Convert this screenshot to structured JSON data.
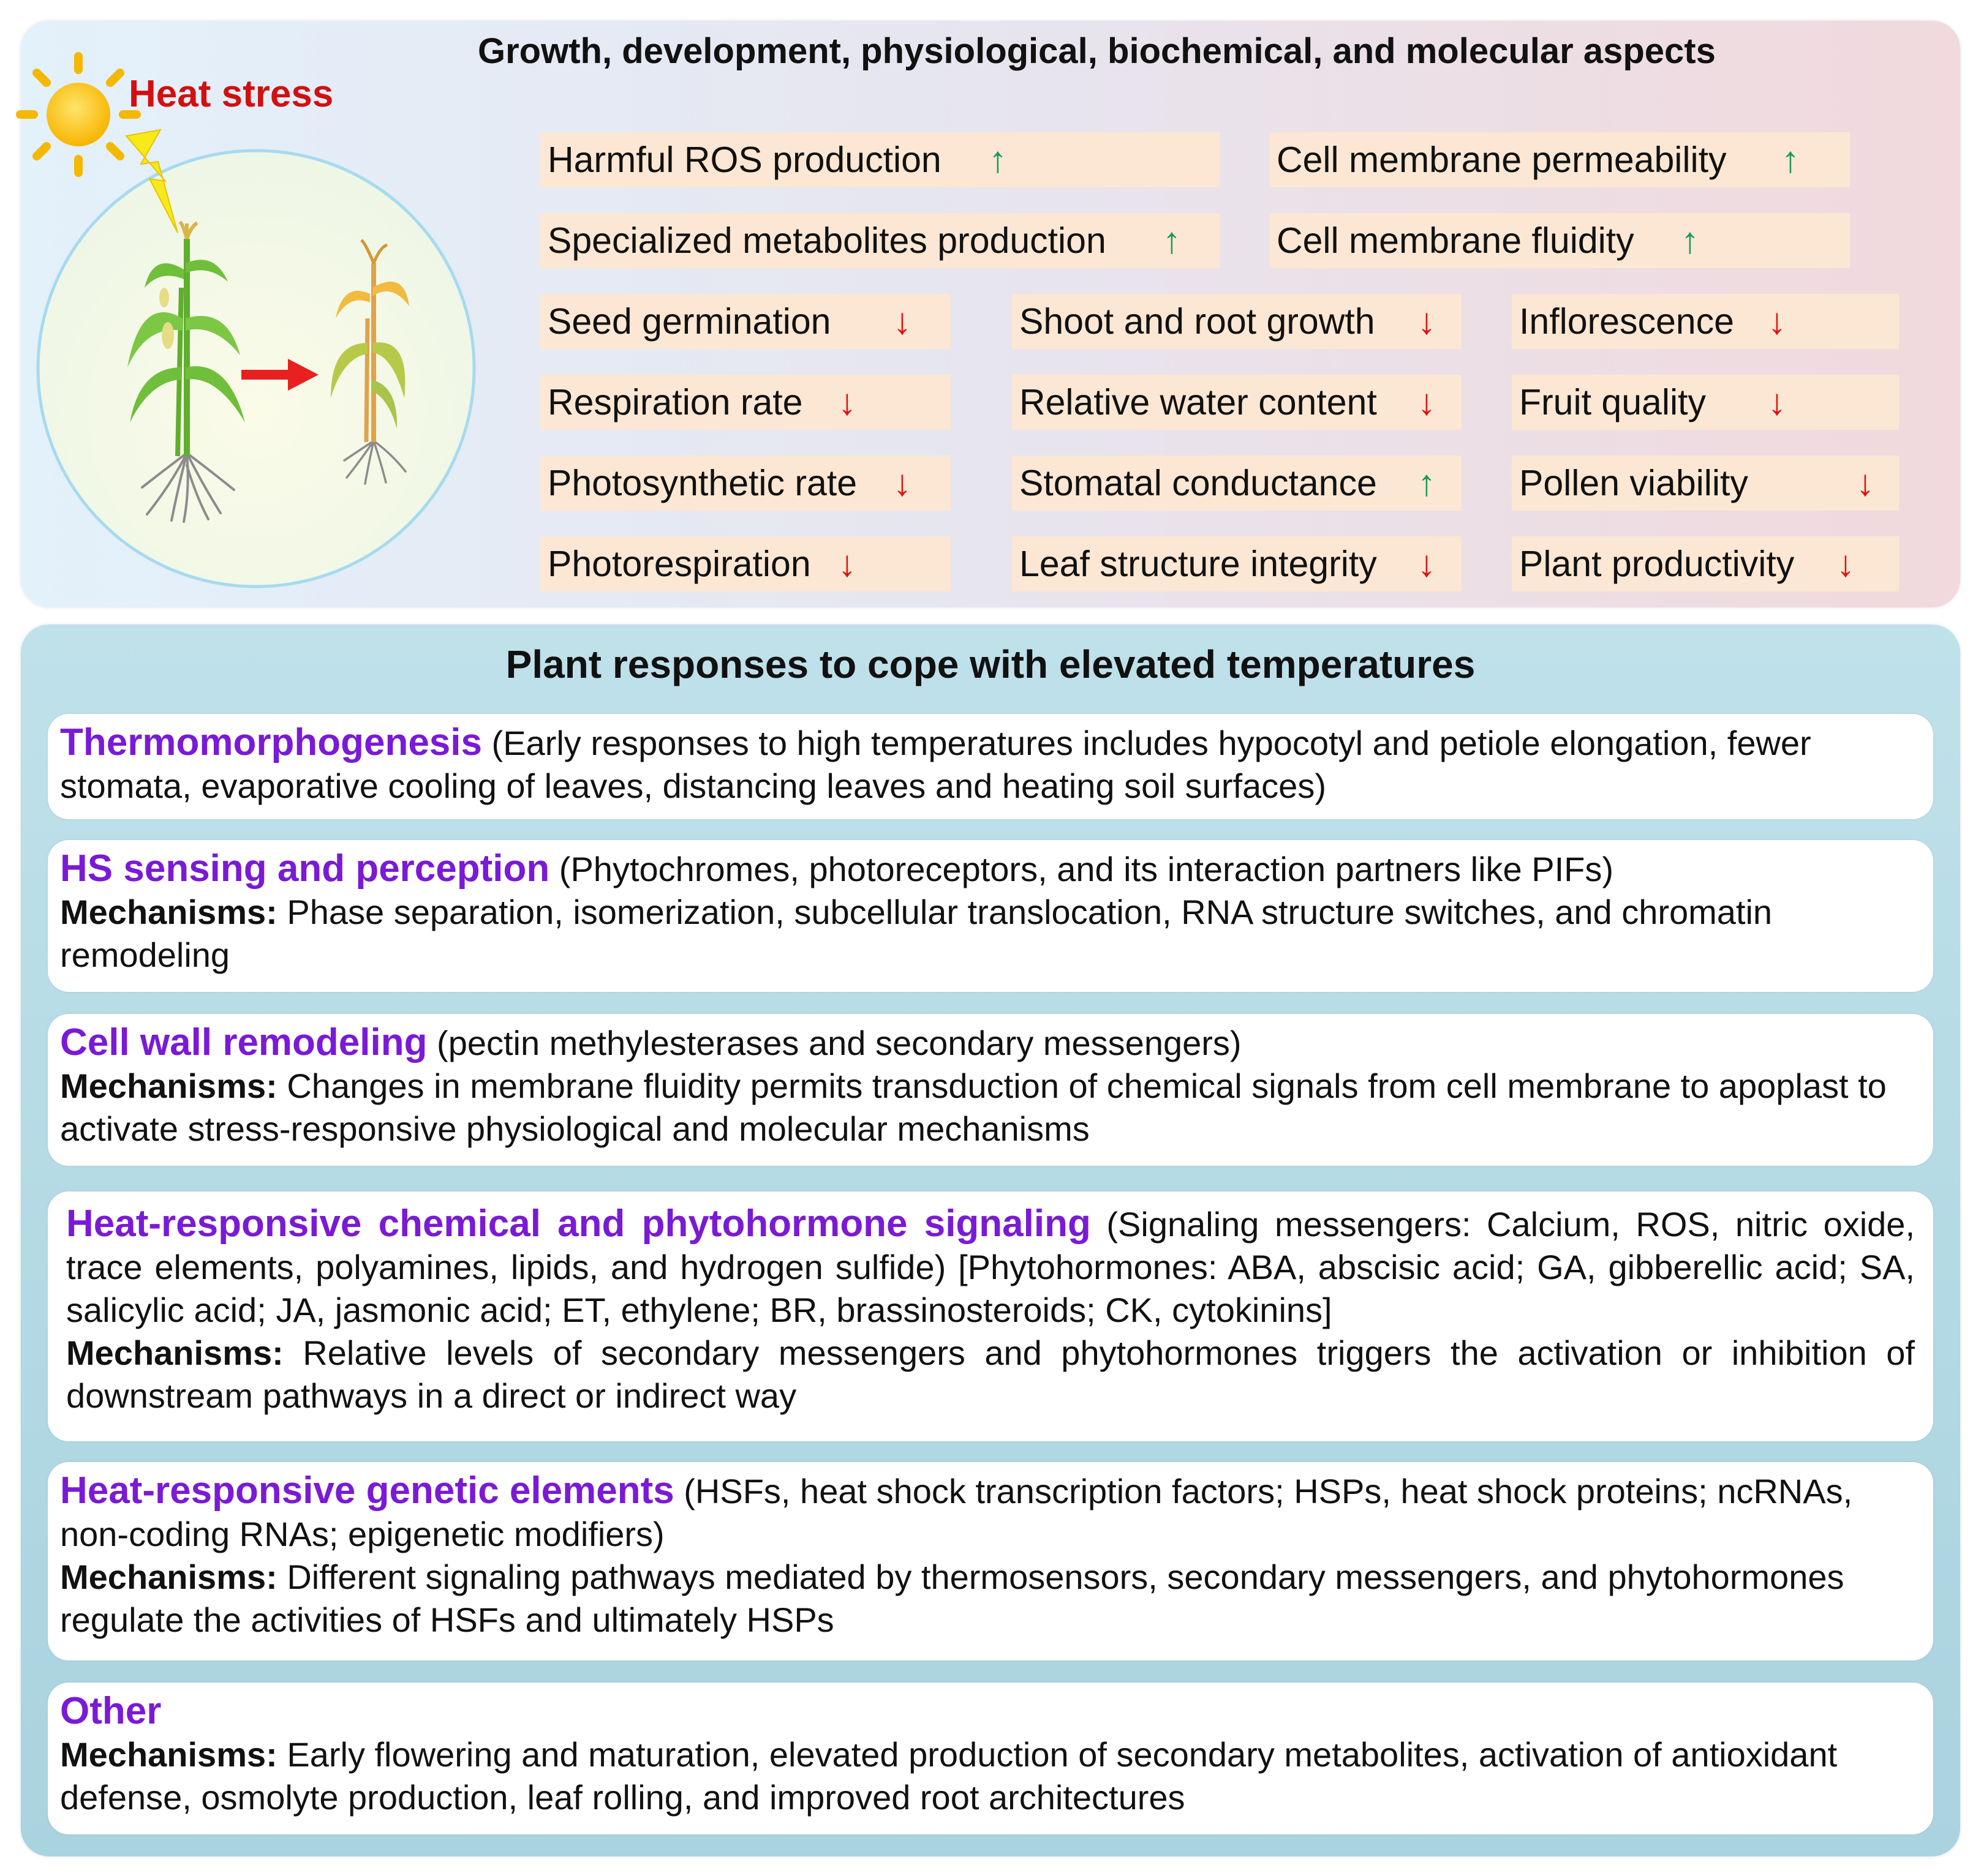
{
  "top": {
    "title": "Growth, development, physiological, biochemical, and molecular aspects",
    "heat_label": "Heat stress",
    "effects": [
      {
        "label": "Harmful ROS production",
        "dir": "up",
        "arrow": "↑"
      },
      {
        "label": "Cell membrane permeability",
        "dir": "up",
        "arrow": "↑"
      },
      {
        "label": "Specialized metabolites production",
        "dir": "up",
        "arrow": "↑"
      },
      {
        "label": "Cell membrane fluidity",
        "dir": "up",
        "arrow": "↑"
      },
      {
        "label": "Seed germination",
        "dir": "down",
        "arrow": "↓"
      },
      {
        "label": "Shoot and root growth",
        "dir": "down",
        "arrow": "↓"
      },
      {
        "label": "Inflorescence",
        "dir": "down",
        "arrow": "↓"
      },
      {
        "label": "Respiration rate",
        "dir": "down",
        "arrow": "↓"
      },
      {
        "label": "Relative water content",
        "dir": "down",
        "arrow": "↓"
      },
      {
        "label": "Fruit quality",
        "dir": "down",
        "arrow": "↓"
      },
      {
        "label": "Photosynthetic rate",
        "dir": "down",
        "arrow": "↓"
      },
      {
        "label": "Stomatal conductance",
        "dir": "up",
        "arrow": "↑"
      },
      {
        "label": "Pollen viability",
        "dir": "down",
        "arrow": "↓"
      },
      {
        "label": "Photorespiration",
        "dir": "down",
        "arrow": "↓"
      },
      {
        "label": "Leaf structure integrity",
        "dir": "down",
        "arrow": "↓"
      },
      {
        "label": "Plant productivity",
        "dir": "down",
        "arrow": "↓"
      }
    ]
  },
  "bottom": {
    "title": "Plant responses to cope with elevated temperatures",
    "mechanisms_label": "Mechanisms:",
    "cards": [
      {
        "heading": "Thermomorphogenesis",
        "detail": " (Early responses to high temperatures includes hypocotyl and petiole elongation, fewer stomata, evaporative cooling of leaves, distancing leaves and heating soil surfaces)",
        "mechanisms": ""
      },
      {
        "heading": "HS sensing and perception",
        "detail": " (Phytochromes, photoreceptors, and its interaction partners like PIFs)",
        "mechanisms": " Phase separation, isomerization, subcellular translocation, RNA structure switches, and chromatin remodeling"
      },
      {
        "heading": "Cell wall remodeling",
        "detail": " (pectin methylesterases and secondary messengers)",
        "mechanisms": " Changes in membrane fluidity permits transduction of chemical signals from cell membrane to apoplast to activate stress-responsive physiological and molecular mechanisms"
      },
      {
        "heading": "Heat-responsive chemical and phytohormone signaling",
        "detail": " (Signaling messengers: Calcium, ROS, nitric oxide, trace elements, polyamines, lipids, and hydrogen sulfide) [Phytohormones: ABA, abscisic acid; GA, gibberellic acid; SA, salicylic acid; JA, jasmonic acid; ET, ethylene; BR, brassinosteroids; CK, cytokinins]",
        "mechanisms": " Relative levels of secondary messengers and phytohormones triggers the activation or inhibition of downstream pathways in a direct or indirect way"
      },
      {
        "heading": "Heat-responsive genetic elements",
        "detail": " (HSFs, heat shock transcription factors; HSPs, heat shock proteins; ncRNAs, non-coding RNAs; epigenetic modifiers)",
        "mechanisms": " Different signaling pathways mediated by thermosensors, secondary messengers, and phytohormones regulate the activities of HSFs and ultimately HSPs"
      },
      {
        "heading": "Other",
        "detail": "",
        "mechanisms": " Early flowering and maturation, elevated production of secondary metabolites, activation of antioxidant defense, osmolyte production, leaf rolling, and improved root architectures"
      }
    ]
  },
  "colors": {
    "up_arrow": "#1c9a55",
    "down_arrow": "#e01010",
    "heading_purple": "#7a1ad6",
    "heat_red": "#d11010",
    "effect_bg": "#fbe7d3"
  },
  "icons": [
    "sun-icon",
    "lightning-icon",
    "healthy-plant-icon",
    "wilted-plant-icon",
    "transition-arrow-icon"
  ]
}
